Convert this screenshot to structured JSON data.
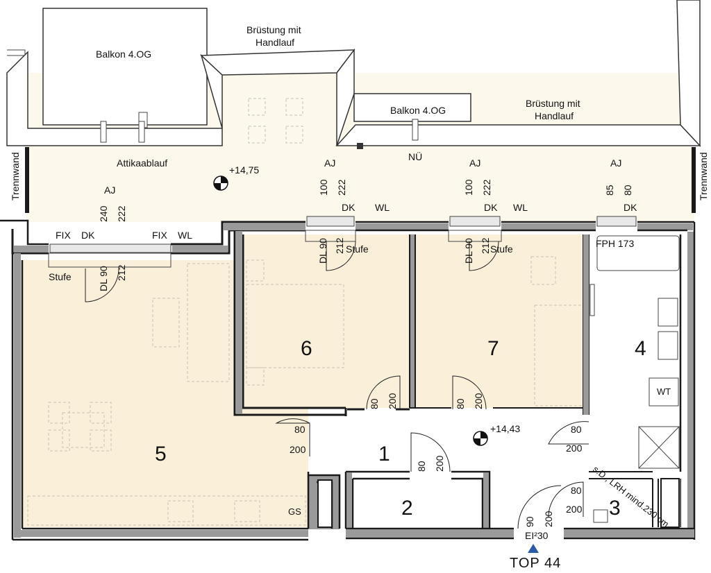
{
  "colors": {
    "floor": "#faf0da",
    "terrace": "#fcf8ec",
    "wall": "#1a1a1a",
    "marker": "#2a5aa8"
  },
  "outdoor": {
    "balkon_left": "Balkon 4.OG",
    "balkon_right": "Balkon 4.OG",
    "bruestung_left_1": "Brüstung mit",
    "bruestung_left_2": "Handlauf",
    "bruestung_right_1": "Brüstung mit",
    "bruestung_right_2": "Handlauf",
    "attika": "Attikaablauf",
    "nu": "NÜ",
    "trennwand_left": "Trennwand",
    "trennwand_right": "Trennwand",
    "level_terrace": "+14,75",
    "level_hall": "+14,43"
  },
  "windows": {
    "w1": {
      "aj": "AJ",
      "width": "240",
      "height": "222",
      "fix1": "FIX",
      "dk": "DK",
      "fix2": "FIX",
      "wl": "WL",
      "dl": "DL 90",
      "dl_h": "212",
      "stufe": "Stufe"
    },
    "w2": {
      "aj": "AJ",
      "width": "100",
      "height": "222",
      "dk": "DK",
      "wl": "WL",
      "dl": "DL 90",
      "dl_h": "212",
      "stufe": "Stufe"
    },
    "w3": {
      "aj": "AJ",
      "width": "100",
      "height": "222",
      "dk": "DK",
      "wl": "WL",
      "dl": "DL 90",
      "dl_h": "212",
      "stufe": "Stufe"
    },
    "w4": {
      "aj": "AJ",
      "width": "85",
      "height": "80",
      "dk": "DK",
      "fph": "FPH 173"
    }
  },
  "rooms": {
    "r1": "1",
    "r2": "2",
    "r3": "3",
    "r4": "4",
    "r5": "5",
    "r6": "6",
    "r7": "7"
  },
  "doors": {
    "d6": {
      "w": "80",
      "h": "200"
    },
    "d7": {
      "w": "80",
      "h": "200"
    },
    "d5": {
      "w": "80",
      "h": "200"
    },
    "d2": {
      "w": "80",
      "h": "200"
    },
    "d4": {
      "w": "80",
      "h": "200"
    },
    "d3": {
      "w": "80",
      "h": "200"
    },
    "dentry": {
      "w": "90",
      "h": "200"
    }
  },
  "fixtures": {
    "wt": "WT",
    "gs": "GS",
    "lrh": "s.D., LRH mind.230 cm",
    "ei": "EI²30"
  },
  "unit": "TOP 44"
}
